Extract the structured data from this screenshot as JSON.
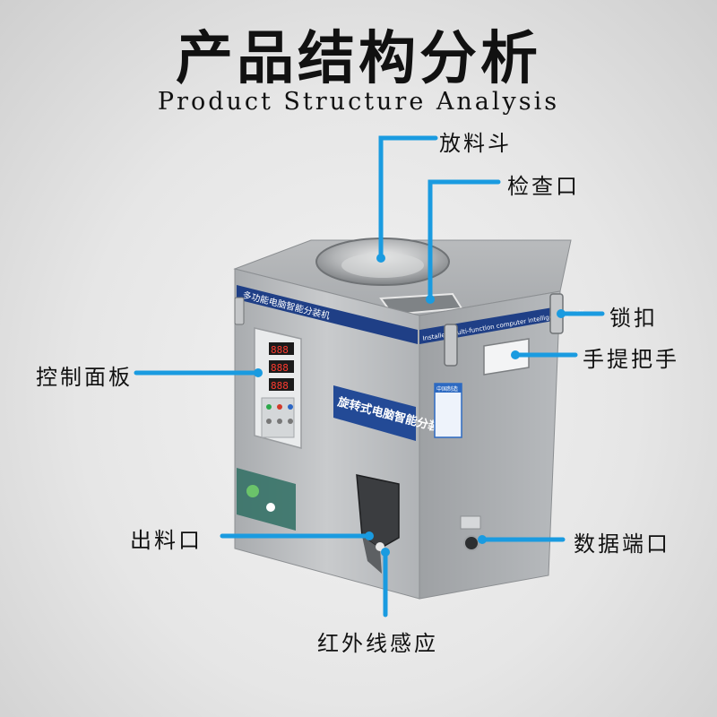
{
  "header": {
    "title": "产品结构分析",
    "subtitle": "Product Structure Analysis"
  },
  "callouts": {
    "hopper": "放料斗",
    "inspection_port": "检查口",
    "lock_buckle": "锁扣",
    "carry_handle": "手提把手",
    "control_panel": "控制面板",
    "outlet": "出料口",
    "data_port": "数据端口",
    "infrared_sensor": "红外线感应"
  },
  "machine": {
    "front_banner_text": "旋转式电脑智能分装机",
    "top_band_text": "Installed multi-function computer intelligence points",
    "left_band_text": "多功能电脑智能分装机",
    "display_digits": [
      "888",
      "888",
      "888"
    ],
    "sticker_text": "中国制造"
  },
  "colors": {
    "accent_line": "#1a9be0",
    "steel": "#b5b8bb",
    "label_text": "#111111"
  }
}
